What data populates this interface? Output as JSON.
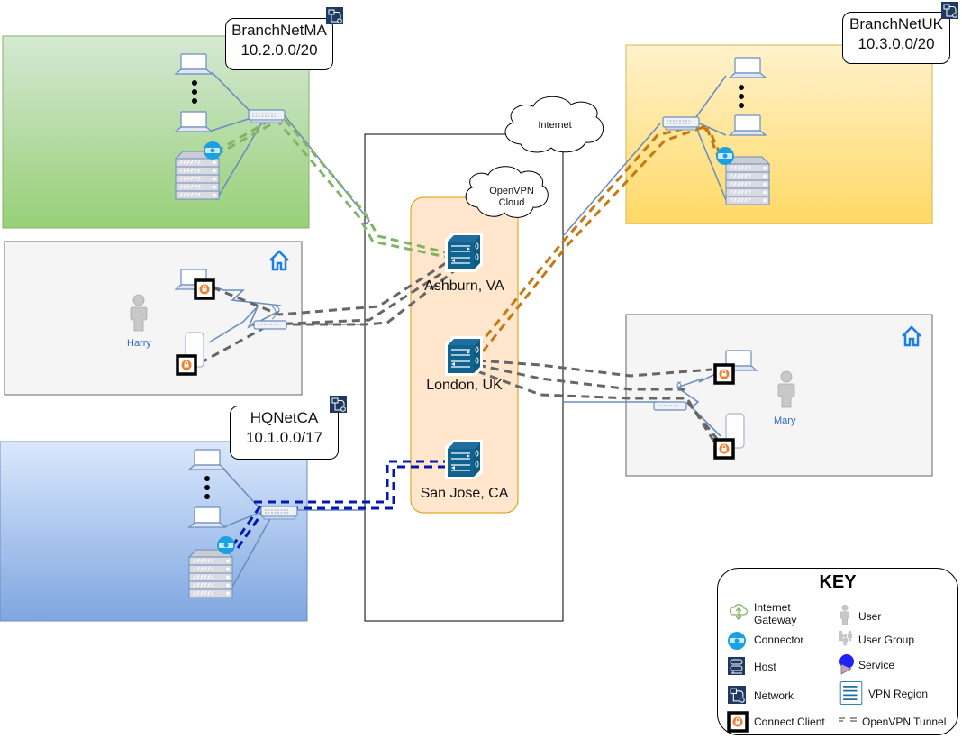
{
  "diagram": {
    "networks": [
      {
        "id": "branch-ma",
        "name": "BranchNetMA",
        "cidr": "10.2.0.0/20",
        "fill": "#a3d18a",
        "tunnel_color": "#82b366"
      },
      {
        "id": "branch-uk",
        "name": "BranchNetUK",
        "cidr": "10.3.0.0/20",
        "fill": "#ffd966",
        "tunnel_color": "#c47a10"
      },
      {
        "id": "hq-ca",
        "name": "HQNetCA",
        "cidr": "10.1.0.0/17",
        "fill": "#7ea6e0",
        "tunnel_color": "#0019b5"
      }
    ],
    "homes": [
      {
        "id": "home-harry",
        "user": "Harry"
      },
      {
        "id": "home-mary",
        "user": "Mary"
      }
    ],
    "clouds": {
      "internet": "Internet",
      "openvpn_cloud_line1": "OpenVPN",
      "openvpn_cloud_line2": "Cloud"
    },
    "vpn_regions": [
      {
        "id": "ashburn",
        "label": "Ashburn, VA"
      },
      {
        "id": "london",
        "label": "London, UK"
      },
      {
        "id": "sanjose",
        "label": "San Jose, CA"
      }
    ],
    "connections": [
      {
        "from": "BranchNetMA",
        "to": "Ashburn, VA",
        "type": "OpenVPN Tunnel"
      },
      {
        "from": "BranchNetUK",
        "to": "London, UK",
        "type": "OpenVPN Tunnel"
      },
      {
        "from": "HQNetCA",
        "to": "San Jose, CA",
        "type": "OpenVPN Tunnel"
      },
      {
        "from": "Harry",
        "to": "Ashburn, VA",
        "type": "OpenVPN Tunnel"
      },
      {
        "from": "Mary",
        "to": "London, UK",
        "type": "OpenVPN Tunnel"
      }
    ],
    "colors": {
      "region_fill": "#ffe6cc",
      "region_border": "#d79b00",
      "home_fill": "#f5f5f5",
      "link": "#6c8ebf",
      "gray_tunnel": "#666666",
      "connect_client": "#f08030",
      "connector": "#1ba1e2",
      "host_badge": "#1e3a63",
      "home_icon": "#1a7fe8"
    }
  },
  "key": {
    "title": "KEY",
    "items": [
      {
        "icon": "internet-gateway-icon",
        "label_line1": "Internet",
        "label_line2": "Gateway"
      },
      {
        "icon": "connector-icon",
        "label": "Connector"
      },
      {
        "icon": "host-icon",
        "label": "Host"
      },
      {
        "icon": "network-icon",
        "label": "Network"
      },
      {
        "icon": "connect-client-icon",
        "label": "Connect Client"
      },
      {
        "icon": "user-icon",
        "label": "User"
      },
      {
        "icon": "user-group-icon",
        "label": "User Group"
      },
      {
        "icon": "service-icon",
        "label": "Service"
      },
      {
        "icon": "vpn-region-icon",
        "label": "VPN Region"
      },
      {
        "icon": "openvpn-tunnel-icon",
        "label": "OpenVPN Tunnel"
      }
    ]
  }
}
